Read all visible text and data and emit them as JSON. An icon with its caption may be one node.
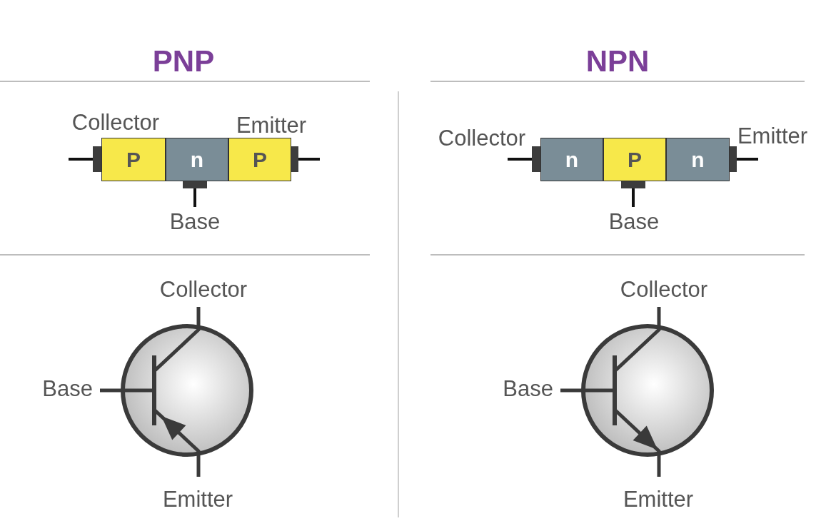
{
  "diagram": {
    "nodes": [
      {
        "text": [
          "P"
        ]
      },
      {
        "text": [
          "n"
        ]
      },
      {
        "text": [
          "P"
        ]
      },
      {
        "text": [
          "n"
        ]
      },
      {
        "text": [
          "P"
        ]
      },
      {
        "text": [
          "n"
        ]
      }
    ],
    "labels": [
      "PNP",
      "NPN",
      "Collector",
      "Emitter",
      "Collector",
      "Emitter",
      "Base",
      "Base",
      "Collector",
      "Collector",
      "Base",
      "Base",
      "Emitter",
      "Emitter"
    ]
  }
}
